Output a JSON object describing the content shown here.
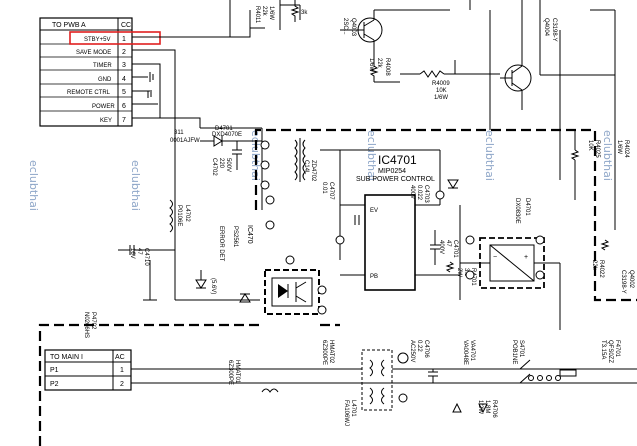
{
  "connector_a": {
    "title": "TO PWB A",
    "col": "CC",
    "rows": [
      {
        "label": "STBY+5V",
        "pin": "1",
        "highlighted": true
      },
      {
        "label": "SAVE MODE",
        "pin": "2"
      },
      {
        "label": "TIMER",
        "pin": "3"
      },
      {
        "label": "GND",
        "pin": "4"
      },
      {
        "label": "REMOTE CTRL",
        "pin": "5"
      },
      {
        "label": "POWER",
        "pin": "6"
      },
      {
        "label": "KEY",
        "pin": "7"
      }
    ]
  },
  "connector_main": {
    "title": "TO MAIN I",
    "col": "AC",
    "rows": [
      {
        "label": "P1",
        "pin": "1"
      },
      {
        "label": "P2",
        "pin": "2"
      }
    ]
  },
  "ic4701": {
    "name": "IC4701",
    "part": "MIP0254",
    "desc": "SUB POWER CONTROL"
  },
  "ic_labels": {
    "ic4702_left": "IC470",
    "ic4702_part": "PS2561",
    "d4701": "D4701",
    "d4701_part": "DX0830E"
  },
  "component_labels": [
    {
      "id": "r4011",
      "lines": [
        "R4011",
        "22k",
        "1/6W"
      ]
    },
    {
      "id": "r4010",
      "lines": [
        "3k"
      ]
    },
    {
      "id": "q4003",
      "lines": [
        "Q4003",
        "2SC..."
      ]
    },
    {
      "id": "q4004",
      "lines": [
        "Q4004",
        "C3198-Y"
      ]
    },
    {
      "id": "r4008",
      "lines": [
        "R4008",
        "22k",
        "1/6W"
      ]
    },
    {
      "id": "r4009",
      "lines": [
        "R4009",
        "10K",
        "1/6W"
      ]
    },
    {
      "id": "d4701s",
      "lines": [
        "D4701",
        "DXD4070E"
      ]
    },
    {
      "id": "l4702",
      "lines": [
        "L4702",
        "P0106E"
      ]
    },
    {
      "id": "c4710",
      "lines": [
        "C4710",
        "47",
        "16V"
      ]
    },
    {
      "id": "c4702",
      "lines": [
        "C4702",
        "220",
        "500V"
      ]
    },
    {
      "id": "zd",
      "lines": [
        "ZD4702",
        "C14L",
        "14E"
      ]
    },
    {
      "id": "c4707",
      "lines": [
        "C4707",
        "0.01"
      ]
    },
    {
      "id": "c4703",
      "lines": [
        "C4703",
        "0.022",
        "400V"
      ]
    },
    {
      "id": "r4701",
      "lines": [
        "R4701",
        "3.3",
        "2W"
      ]
    },
    {
      "id": "c4701",
      "lines": [
        "C4701",
        "47",
        "400V"
      ]
    },
    {
      "id": "p4702",
      "lines": [
        "P4702",
        "N0266HS"
      ]
    },
    {
      "id": "fuse",
      "lines": [
        "311",
        "0001AJFW"
      ]
    },
    {
      "id": "r4025",
      "lines": [
        "R4025",
        "10K"
      ]
    },
    {
      "id": "r4024",
      "lines": [
        "R4024",
        "1/6W"
      ]
    },
    {
      "id": "q4002",
      "lines": [
        "Q4002",
        "C3198-Y"
      ]
    },
    {
      "id": "r4022",
      "lines": [
        "R4022",
        "22k"
      ]
    },
    {
      "id": "hmat",
      "lines": [
        "HMAT01",
        "6Z300PE"
      ]
    },
    {
      "id": "l4701",
      "lines": [
        "L4701",
        "FA106WJ"
      ]
    },
    {
      "id": "hmat2",
      "lines": [
        "HMAT02",
        "6Z300PE"
      ]
    },
    {
      "id": "c4706",
      "lines": [
        "C4706",
        "0.22",
        "AC250V"
      ]
    },
    {
      "id": "va4701",
      "lines": [
        "VA4701",
        "VA0048E"
      ]
    },
    {
      "id": "r4706",
      "lines": [
        "R4706",
        "1.8M",
        "1/2W"
      ]
    },
    {
      "id": "s4701",
      "lines": [
        "S4701",
        "POB1NE"
      ]
    },
    {
      "id": "f4701",
      "lines": [
        "F4701",
        "QFS0ZZ",
        "T3.15A"
      ]
    }
  ],
  "tags": {
    "ev": "EV",
    "pb": "PB",
    "err": "ERROR DET",
    "vpl": "(5.6V)"
  },
  "watermark": "eclubthai"
}
